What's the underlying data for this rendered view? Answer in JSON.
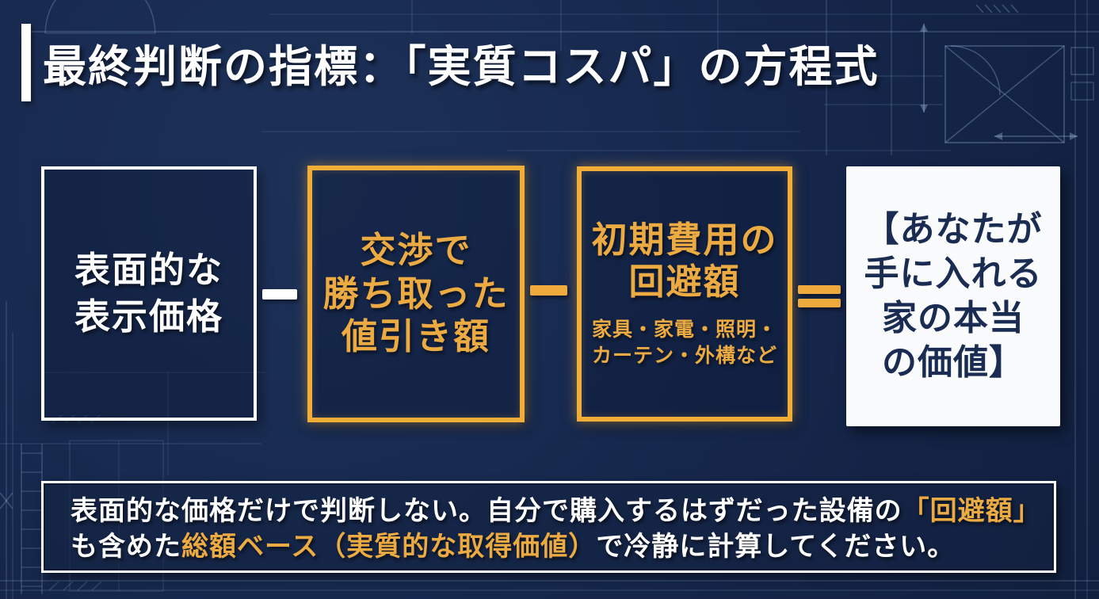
{
  "title": {
    "text": "最終判断の指標：「実質コスパ」の方程式"
  },
  "equation": {
    "boxes": [
      {
        "id": "surface-price",
        "style": "white-outline",
        "lines": [
          "表面的な",
          "表示価格"
        ]
      },
      {
        "id": "negotiated-discount",
        "style": "gold-outline",
        "lines": [
          "交渉で",
          "勝ち取った",
          "値引き額"
        ]
      },
      {
        "id": "initial-cost-avoidance",
        "style": "gold-outline",
        "lines": [
          "初期費用の",
          "回避額"
        ],
        "sub_lines": [
          "家具・家電・照明・",
          "カーテン・外構など"
        ]
      },
      {
        "id": "true-value",
        "style": "white-filled",
        "lines": [
          "【あなたが",
          "手に入れる",
          "家の本当",
          "の価値】"
        ]
      }
    ],
    "operators": [
      {
        "symbol": "−",
        "color": "#ffffff"
      },
      {
        "symbol": "−",
        "color": "#eeaa3c"
      },
      {
        "symbol": "＝",
        "color": "#eeaa3c"
      }
    ]
  },
  "footnote": {
    "line1": [
      {
        "text": "表面的な価格だけで判断しない。自分で購入するはずだった設備の",
        "gold": false
      },
      {
        "text": "「回避額」",
        "gold": true
      }
    ],
    "line2": [
      {
        "text": "も含めた",
        "gold": false
      },
      {
        "text": "総額ベース（実質的な取得価値）",
        "gold": true
      },
      {
        "text": "で冷静に計算してください。",
        "gold": false
      }
    ]
  },
  "colors": {
    "background": "#16274c",
    "gold_text": "#ecaa42",
    "gold_border": "#f0ad37",
    "white": "#ffffff",
    "navy_text": "#1b2c52",
    "result_box_fill": "#fafbfd",
    "blueprint_line": "#a9c7ea"
  }
}
